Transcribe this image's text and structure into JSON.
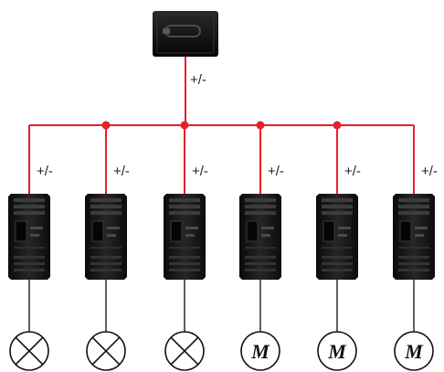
{
  "colors": {
    "bus": "#e8202a",
    "junction": "#e8202a",
    "wire": "#2a2a2a",
    "device_body": "#151515",
    "load_stroke": "#111111"
  },
  "power_supply": {
    "icon": "power-supply-icon",
    "label": "+/-"
  },
  "modules": [
    {
      "icon": "switch-module-icon",
      "label": "+/-",
      "load": "lamp"
    },
    {
      "icon": "switch-module-icon",
      "label": "+/-",
      "load": "lamp"
    },
    {
      "icon": "switch-module-icon",
      "label": "+/-",
      "load": "lamp"
    },
    {
      "icon": "switch-module-icon",
      "label": "+/-",
      "load": "motor"
    },
    {
      "icon": "switch-module-icon",
      "label": "+/-",
      "load": "motor"
    },
    {
      "icon": "switch-module-icon",
      "label": "+/-",
      "load": "motor"
    }
  ],
  "load_symbols": {
    "lamp": {
      "icon": "lamp-icon",
      "text": ""
    },
    "motor": {
      "icon": "motor-icon",
      "text": "M"
    }
  }
}
